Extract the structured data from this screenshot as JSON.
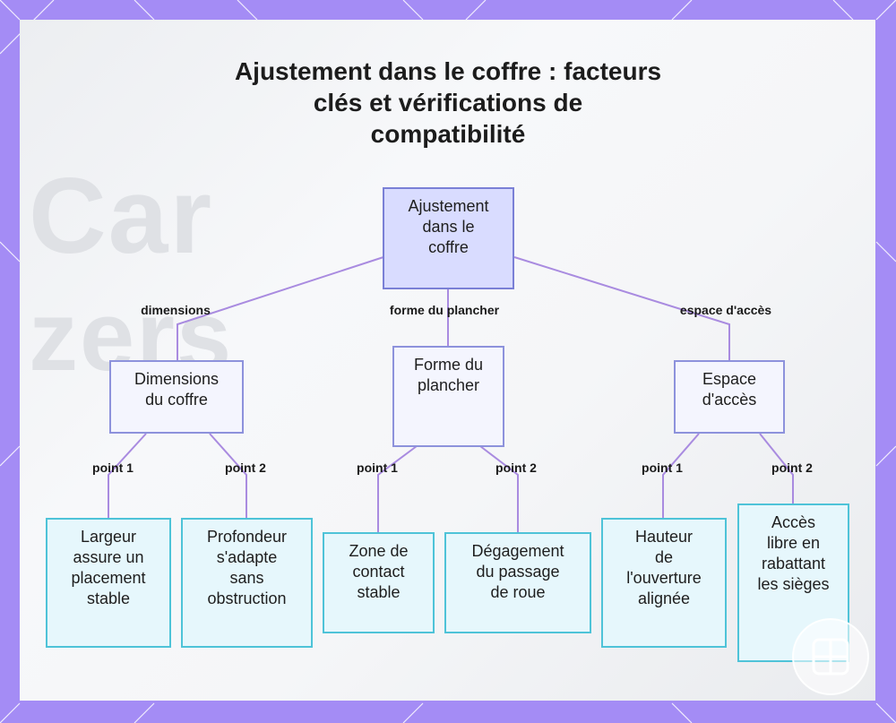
{
  "title": "Ajustement dans le coffre : facteurs\nclés et vérifications de\ncompatibilité",
  "background_text": [
    "Car",
    "zers"
  ],
  "colors": {
    "frame": "#a48cf5",
    "root_fill": "#d9dcff",
    "mid_fill": "#f4f5fe",
    "leaf_fill": "#e6f7fc",
    "leaf_border": "#4ec3d8",
    "connector": "#a98be0"
  },
  "nodes": {
    "root": "Ajustement\ndans le\ncoffre",
    "dimensions": "Dimensions\ndu coffre",
    "plancher": "Forme du\nplancher",
    "acces": "Espace\nd'accès",
    "largeur": "Largeur\nassure un\nplacement\nstable",
    "profondeur": "Profondeur\ns'adapte\nsans\nobstruction",
    "zone": "Zone de\ncontact\nstable",
    "degagement": "Dégagement\ndu passage\nde roue",
    "hauteur": "Hauteur\nde\nl'ouverture\nalignée",
    "libre": "Accès\nlibre en\nrabattant\nles sièges"
  },
  "edges": {
    "dimensions": "dimensions",
    "plancher": "forme du plancher",
    "acces": "espace d'accès",
    "point1": "point 1",
    "point2": "point 2"
  },
  "logo_icon": "grid-logo-icon"
}
